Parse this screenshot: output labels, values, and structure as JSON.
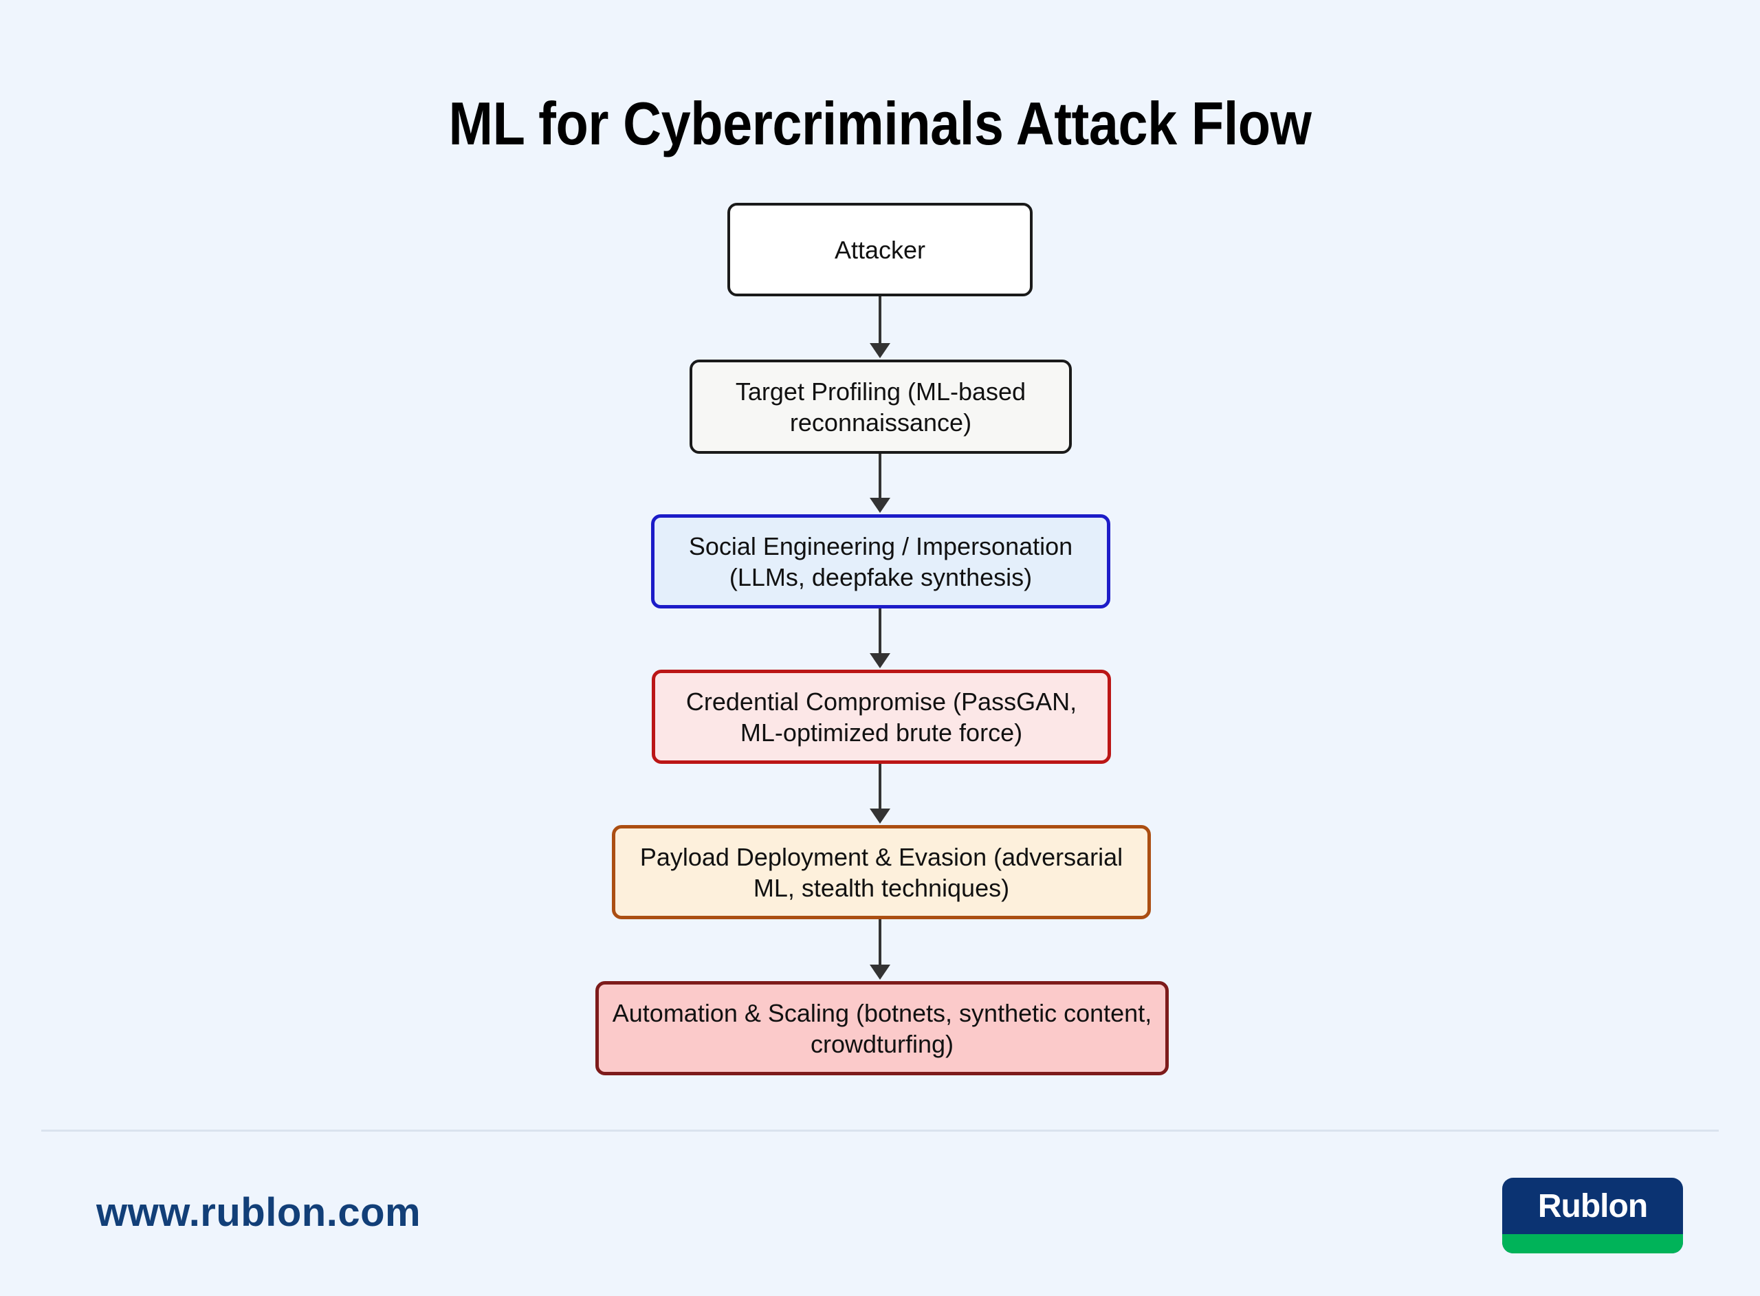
{
  "page": {
    "title": "ML for Cybercriminals Attack Flow",
    "background_color": "#eff5fd"
  },
  "flowchart": {
    "type": "vertical-flow",
    "nodes": [
      {
        "id": "attacker",
        "label": "Attacker",
        "fill": "#ffffff",
        "border": "#1a1a1a"
      },
      {
        "id": "profiling",
        "label": "Target Profiling (ML-based reconnaissance)",
        "fill": "#f7f7f5",
        "border": "#1a1a1a"
      },
      {
        "id": "social",
        "label": "Social Engineering / Impersonation (LLMs, deepfake synthesis)",
        "fill": "#e4effb",
        "border": "#1c1cc8"
      },
      {
        "id": "credential",
        "label": "Credential Compromise (PassGAN, ML-optimized brute force)",
        "fill": "#fce7e7",
        "border": "#bb1616"
      },
      {
        "id": "payload",
        "label": "Payload Deployment & Evasion (adversarial ML, stealth techniques)",
        "fill": "#fdf0dc",
        "border": "#ab4e12"
      },
      {
        "id": "automation",
        "label": "Automation & Scaling (botnets, synthetic content, crowdturfing)",
        "fill": "#fbcaca",
        "border": "#7d1b1b"
      }
    ],
    "edges": [
      {
        "from": "attacker",
        "to": "profiling"
      },
      {
        "from": "profiling",
        "to": "social"
      },
      {
        "from": "social",
        "to": "credential"
      },
      {
        "from": "credential",
        "to": "payload"
      },
      {
        "from": "payload",
        "to": "automation"
      }
    ],
    "edge_color": "#333333"
  },
  "footer": {
    "url": "www.rublon.com",
    "url_color": "#123f78",
    "logo": {
      "wordmark": "Rublon",
      "background_color": "#0b3372",
      "accent_color": "#00b359"
    }
  }
}
